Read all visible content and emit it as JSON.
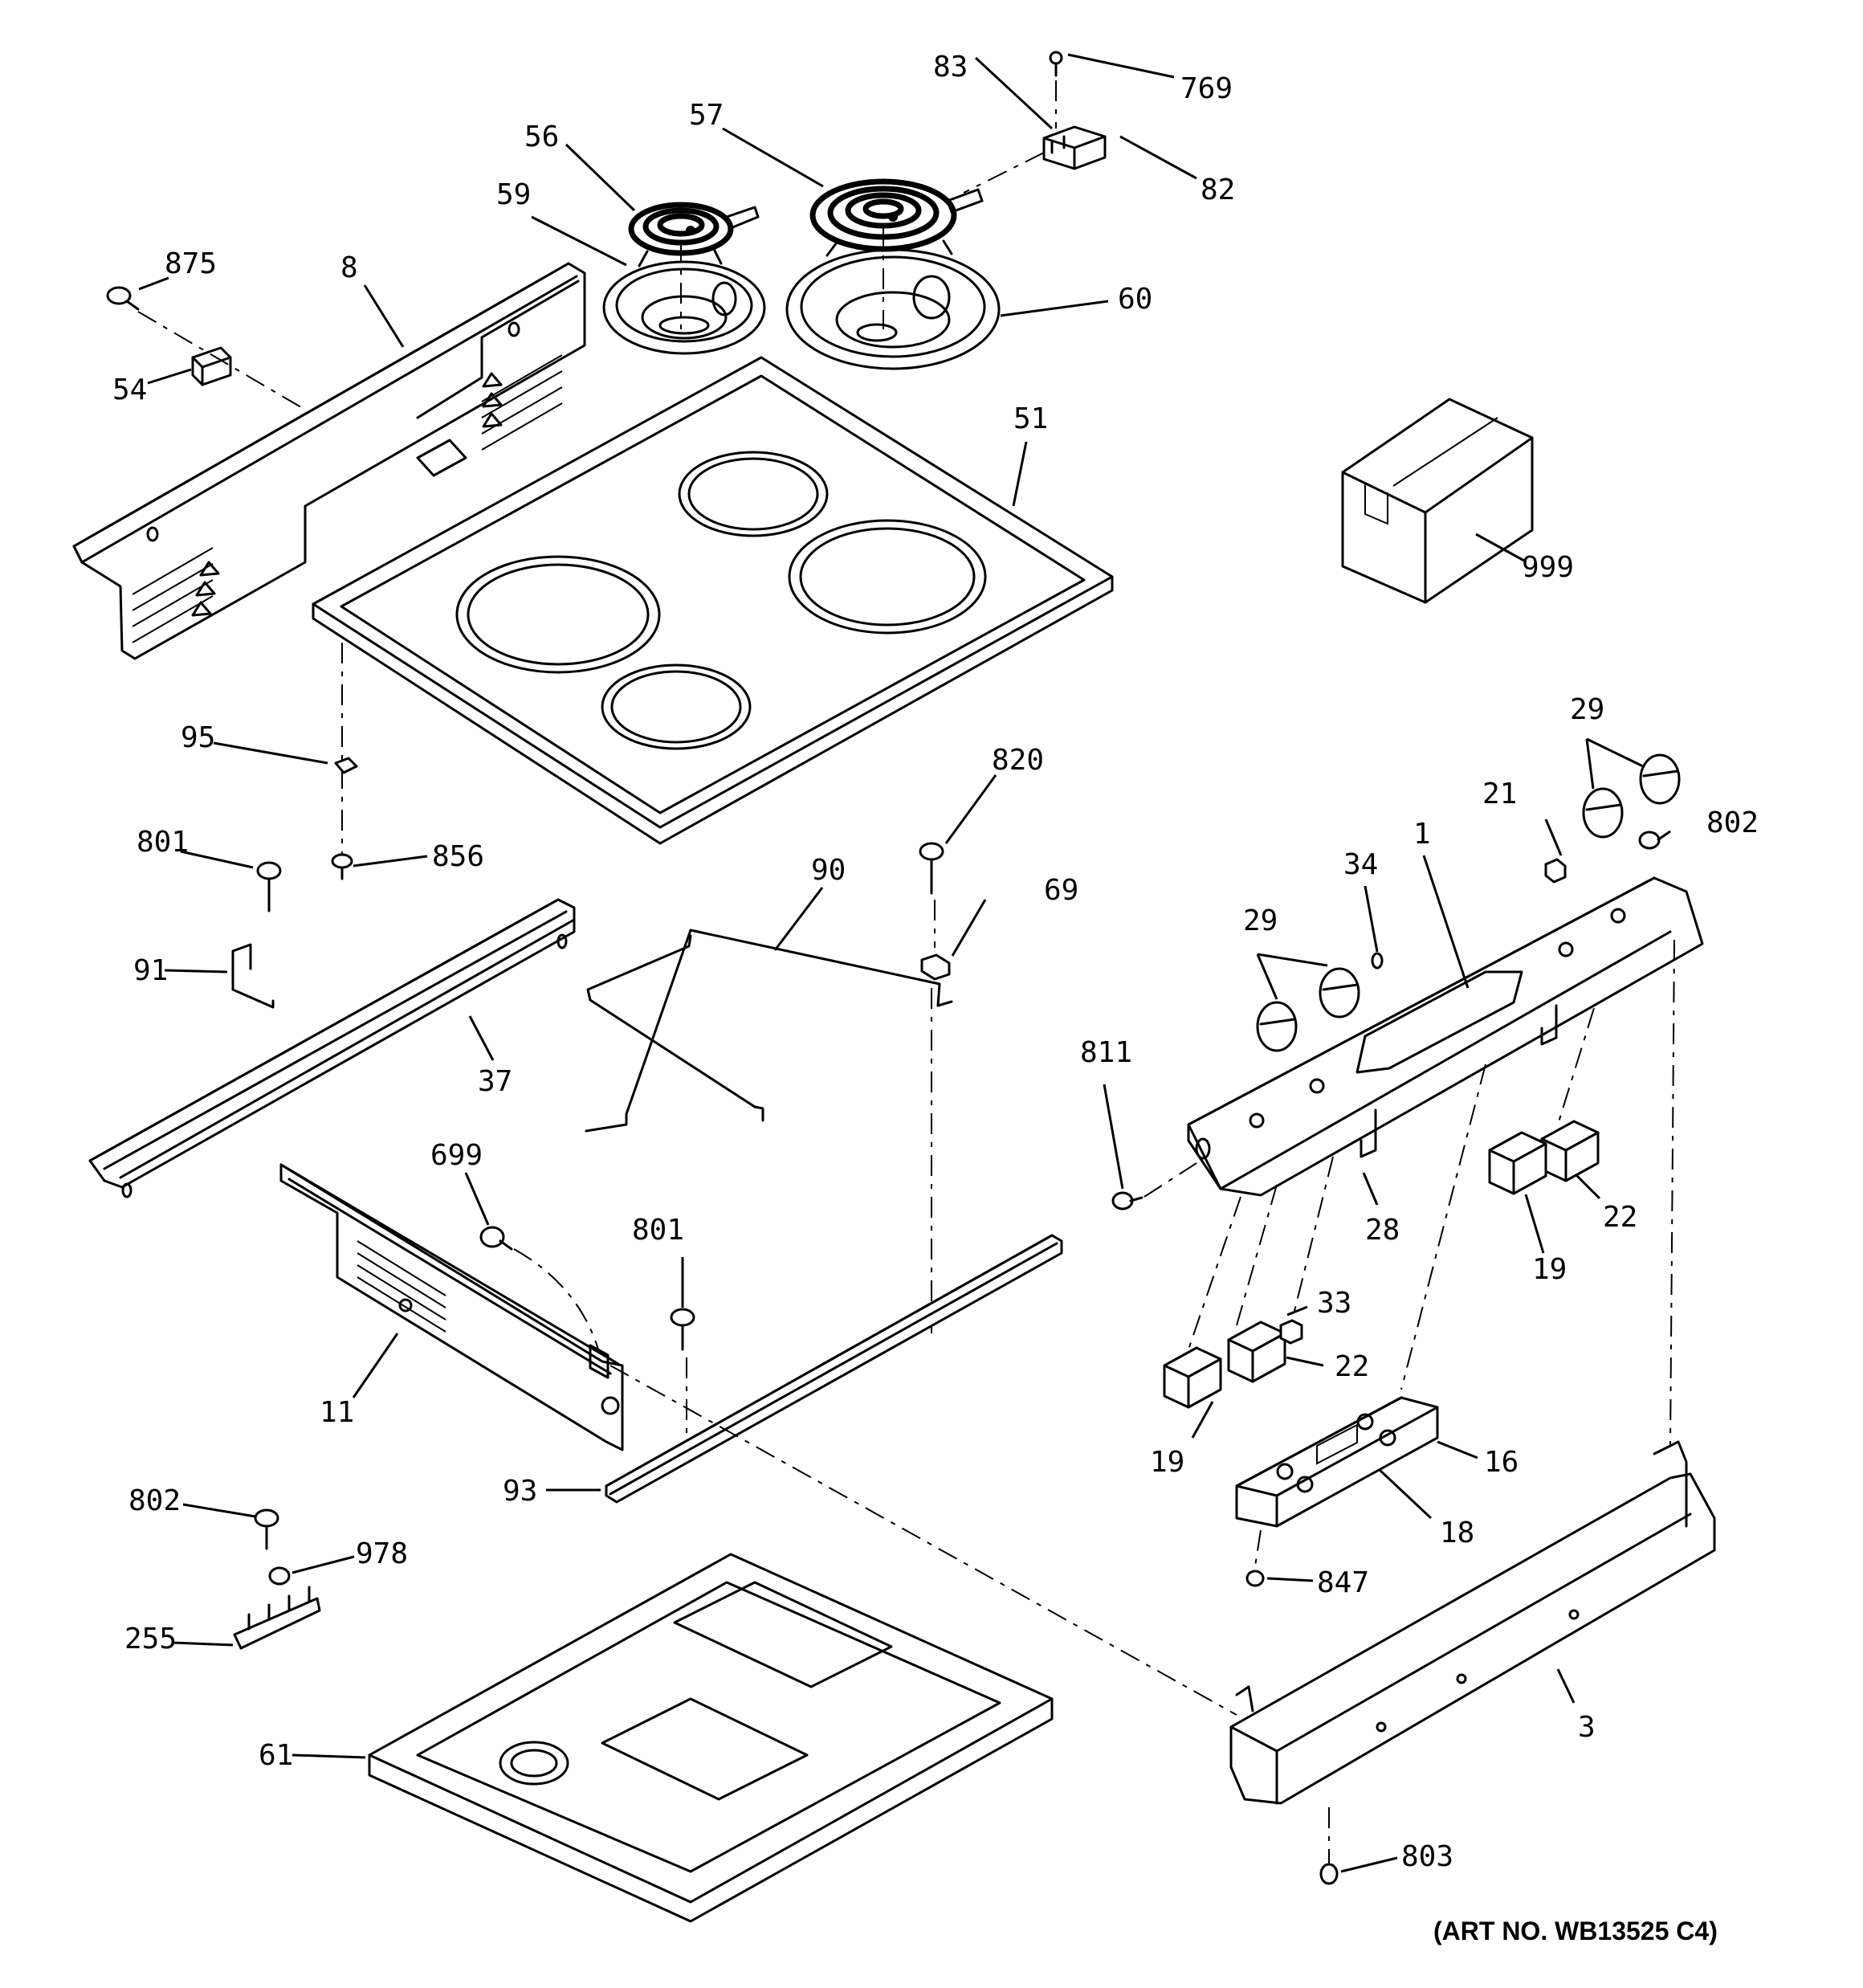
{
  "diagram": {
    "art_number": "(ART NO. WB13525 C4)",
    "parts": [
      {
        "id": "p769",
        "label": "769"
      },
      {
        "id": "p83",
        "label": "83"
      },
      {
        "id": "p82",
        "label": "82"
      },
      {
        "id": "p57",
        "label": "57"
      },
      {
        "id": "p56",
        "label": "56"
      },
      {
        "id": "p59",
        "label": "59"
      },
      {
        "id": "p60",
        "label": "60"
      },
      {
        "id": "p875",
        "label": "875"
      },
      {
        "id": "p8",
        "label": "8"
      },
      {
        "id": "p54",
        "label": "54"
      },
      {
        "id": "p51",
        "label": "51"
      },
      {
        "id": "p999",
        "label": "999"
      },
      {
        "id": "p95",
        "label": "95"
      },
      {
        "id": "p820",
        "label": "820"
      },
      {
        "id": "p29a",
        "label": "29"
      },
      {
        "id": "p801a",
        "label": "801"
      },
      {
        "id": "p856",
        "label": "856"
      },
      {
        "id": "p90",
        "label": "90"
      },
      {
        "id": "p69",
        "label": "69"
      },
      {
        "id": "p21",
        "label": "21"
      },
      {
        "id": "p802a",
        "label": "802"
      },
      {
        "id": "p1",
        "label": "1"
      },
      {
        "id": "p34",
        "label": "34"
      },
      {
        "id": "p91",
        "label": "91"
      },
      {
        "id": "p29b",
        "label": "29"
      },
      {
        "id": "p37",
        "label": "37"
      },
      {
        "id": "p811",
        "label": "811"
      },
      {
        "id": "p699",
        "label": "699"
      },
      {
        "id": "p801b",
        "label": "801"
      },
      {
        "id": "p28",
        "label": "28"
      },
      {
        "id": "p22a",
        "label": "22"
      },
      {
        "id": "p19a",
        "label": "19"
      },
      {
        "id": "p11",
        "label": "11"
      },
      {
        "id": "p33",
        "label": "33"
      },
      {
        "id": "p22b",
        "label": "22"
      },
      {
        "id": "p19b",
        "label": "19"
      },
      {
        "id": "p16",
        "label": "16"
      },
      {
        "id": "p93",
        "label": "93"
      },
      {
        "id": "p18",
        "label": "18"
      },
      {
        "id": "p802b",
        "label": "802"
      },
      {
        "id": "p978",
        "label": "978"
      },
      {
        "id": "p847",
        "label": "847"
      },
      {
        "id": "p255",
        "label": "255"
      },
      {
        "id": "p3",
        "label": "3"
      },
      {
        "id": "p61",
        "label": "61"
      },
      {
        "id": "p803",
        "label": "803"
      }
    ]
  }
}
